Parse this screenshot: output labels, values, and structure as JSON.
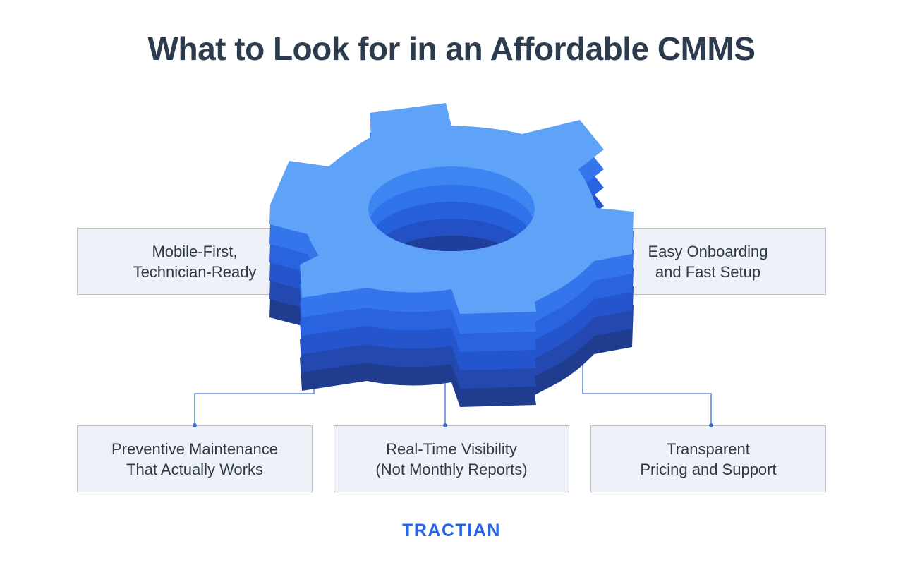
{
  "title": "What to Look for in an Affordable CMMS",
  "cards": {
    "mobile": {
      "line1": "Mobile-First,",
      "line2": "Technician-Ready"
    },
    "onboard": {
      "line1": "Easy Onboarding",
      "line2": "and Fast Setup"
    },
    "pm": {
      "line1": "Preventive Maintenance",
      "line2": "That Actually Works"
    },
    "realtime": {
      "line1": "Real-Time Visibility",
      "line2": "(Not Monthly Reports)"
    },
    "pricing": {
      "line1": "Transparent",
      "line2": "Pricing and Support"
    }
  },
  "brand": {
    "logo": "TRACTIAN"
  },
  "colors": {
    "top": "#5ea3f8",
    "layers": [
      "#3d86f2",
      "#2f72ea",
      "#2760db",
      "#2450c6",
      "#203f9c"
    ],
    "line": "#3d6fe0"
  }
}
